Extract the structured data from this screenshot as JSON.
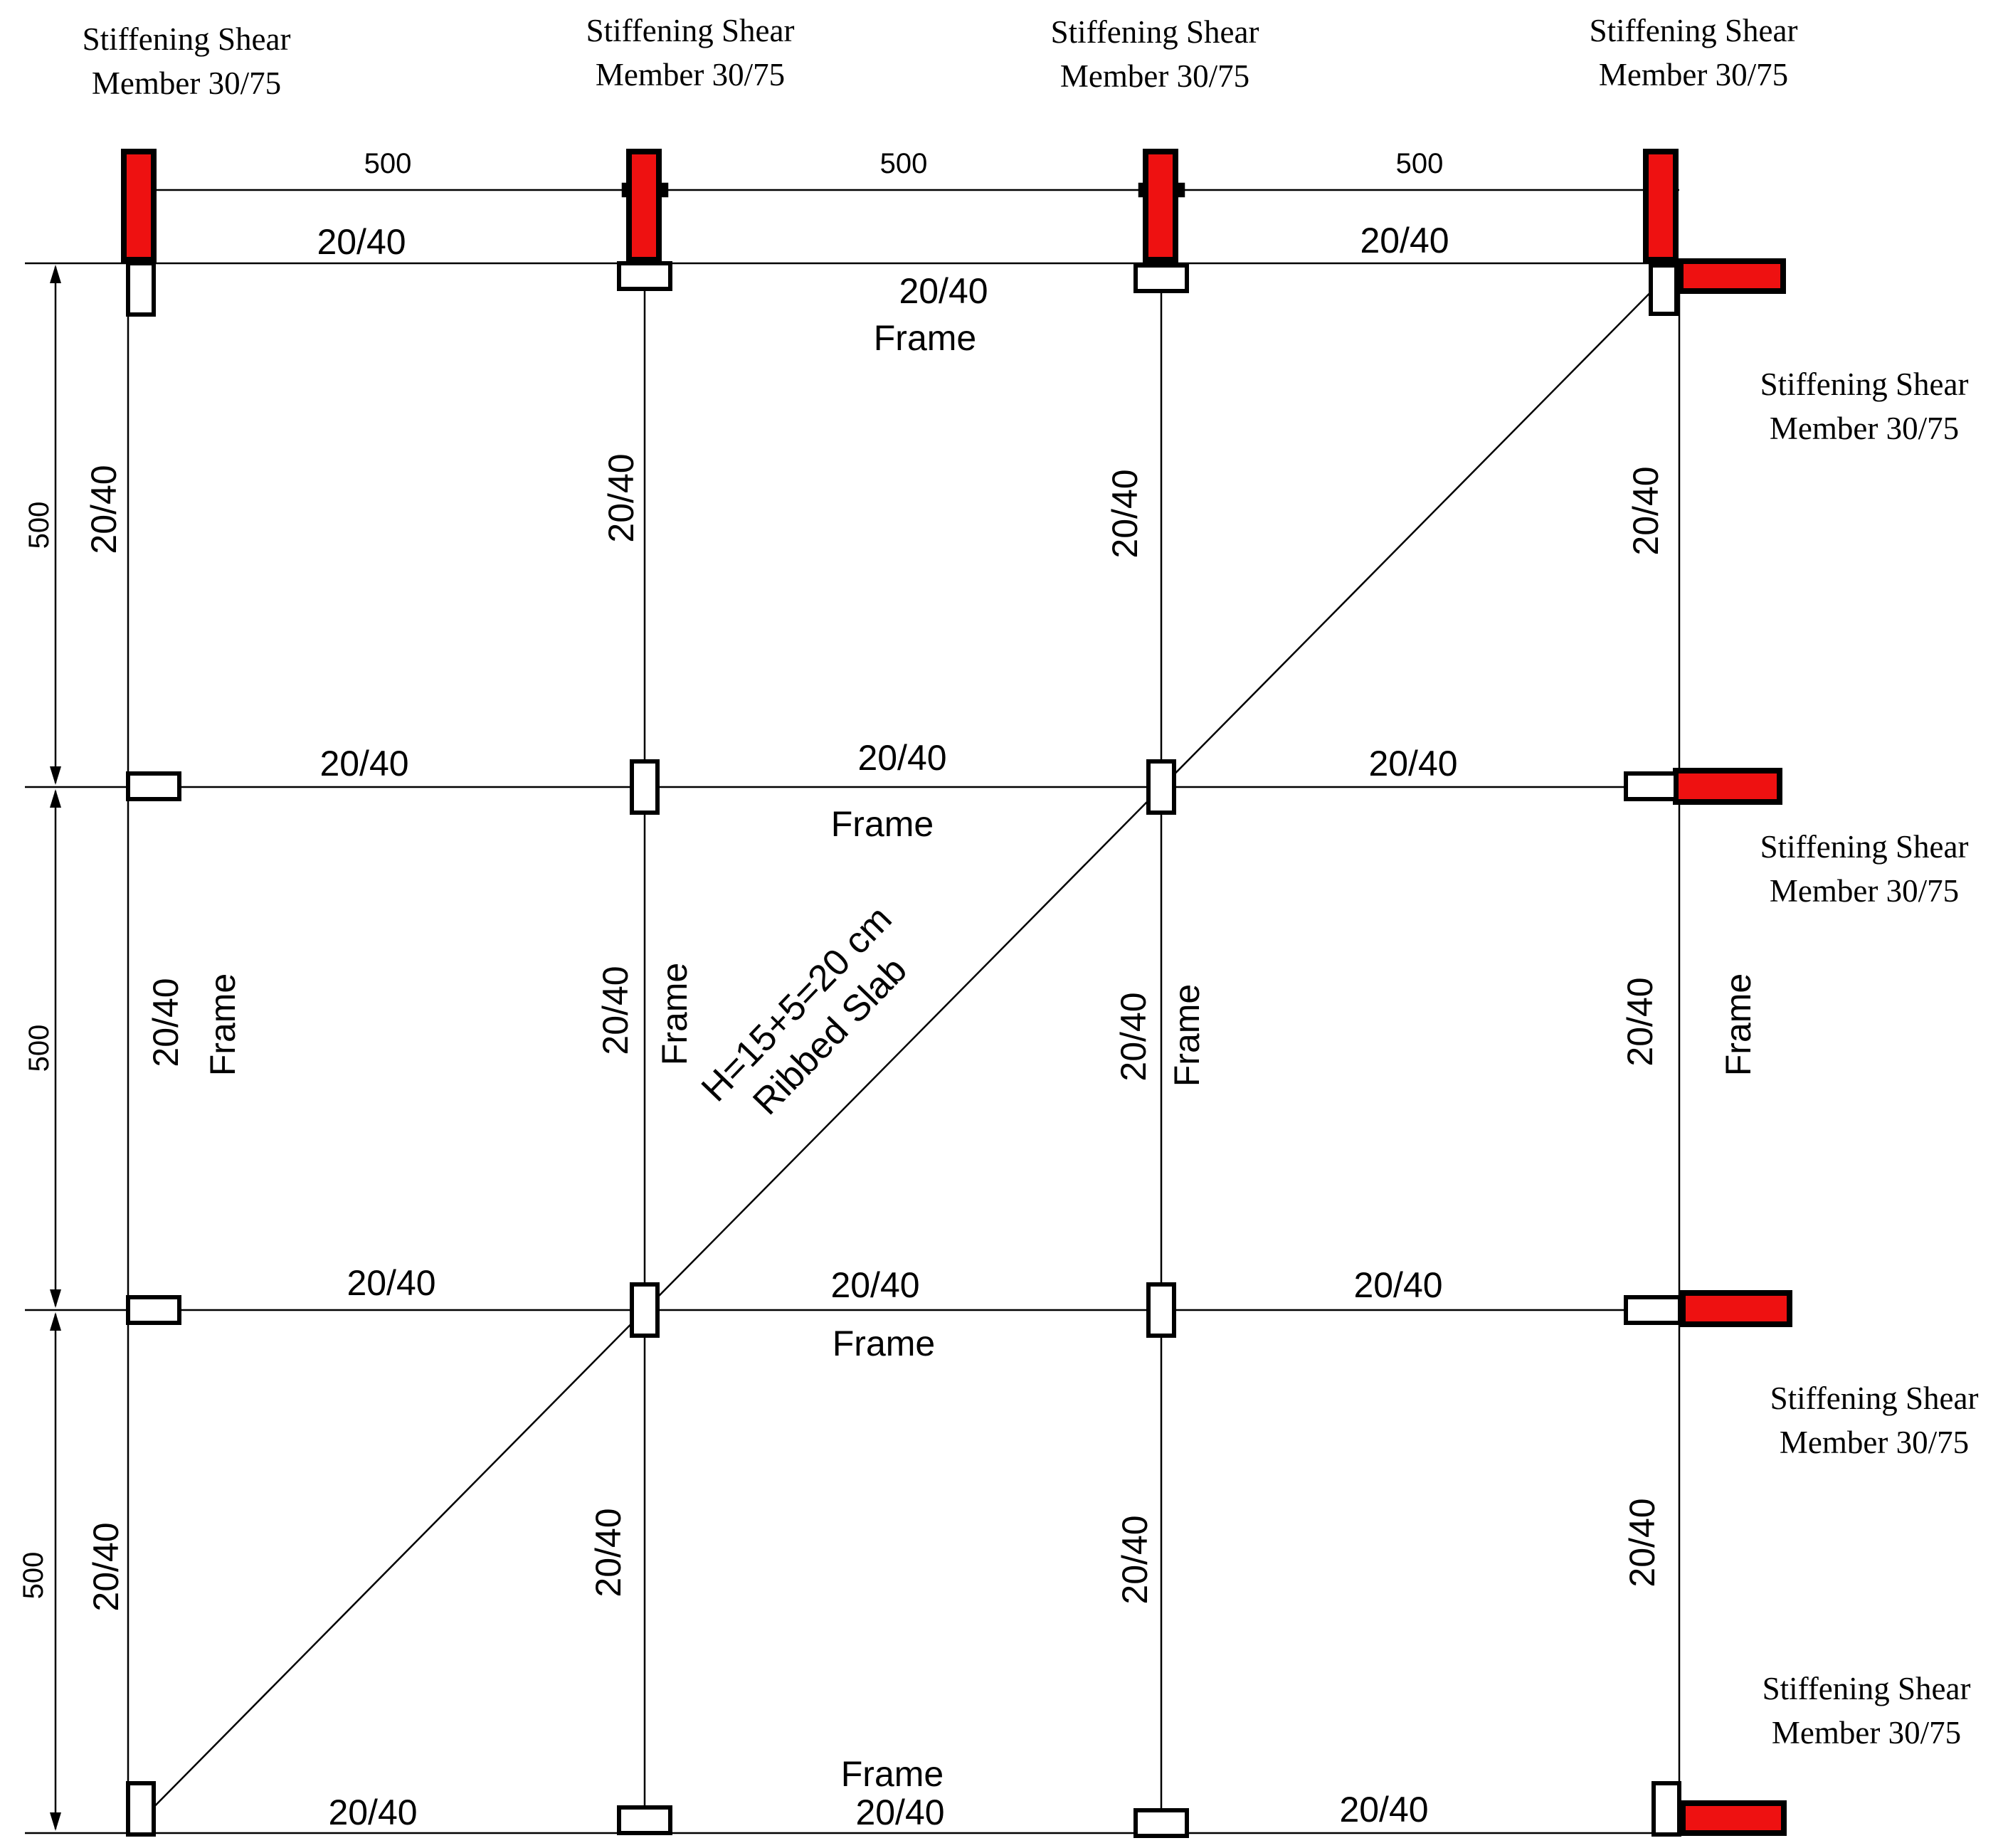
{
  "labels": {
    "shear_line1": "Stiffening Shear",
    "shear_line2": "Member 30/75",
    "span": "500",
    "beam": "20/40",
    "frame": "Frame",
    "slab_line1": "H=15+5=20 cm",
    "slab_line2": "Ribbed Slab"
  },
  "colors": {
    "shear_wall_fill": "#ee1111",
    "line": "#000000",
    "background": "#ffffff"
  }
}
